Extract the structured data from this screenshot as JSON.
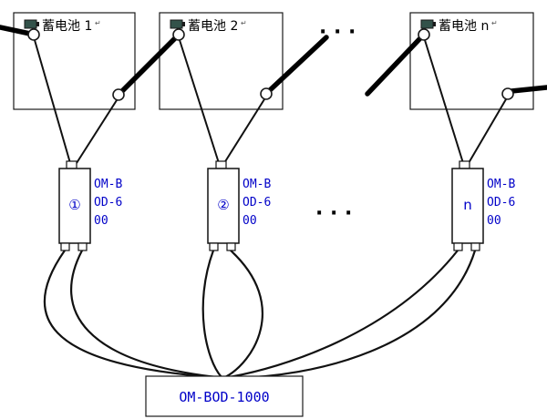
{
  "colors": {
    "wire": "#000000",
    "label_text": "#000000",
    "device_text": "#0000c8",
    "background": "#ffffff"
  },
  "batteries": [
    {
      "label": "蓄电池 1"
    },
    {
      "label": "蓄电池 2"
    },
    {
      "label": "蓄电池 n"
    }
  ],
  "modules": [
    {
      "number": "①",
      "model_lines": [
        "OM-B",
        "OD-6",
        "00"
      ]
    },
    {
      "number": "②",
      "model_lines": [
        "OM-B",
        "OD-6",
        "00"
      ]
    },
    {
      "number": "n",
      "model_lines": [
        "OM-B",
        "OD-6",
        "00"
      ]
    }
  ],
  "ellipsis": {
    "top": "· · ·",
    "middle": "· · ·"
  },
  "main_unit": {
    "label": "OM-BOD-1000"
  },
  "marks": {
    "return": "↵"
  }
}
